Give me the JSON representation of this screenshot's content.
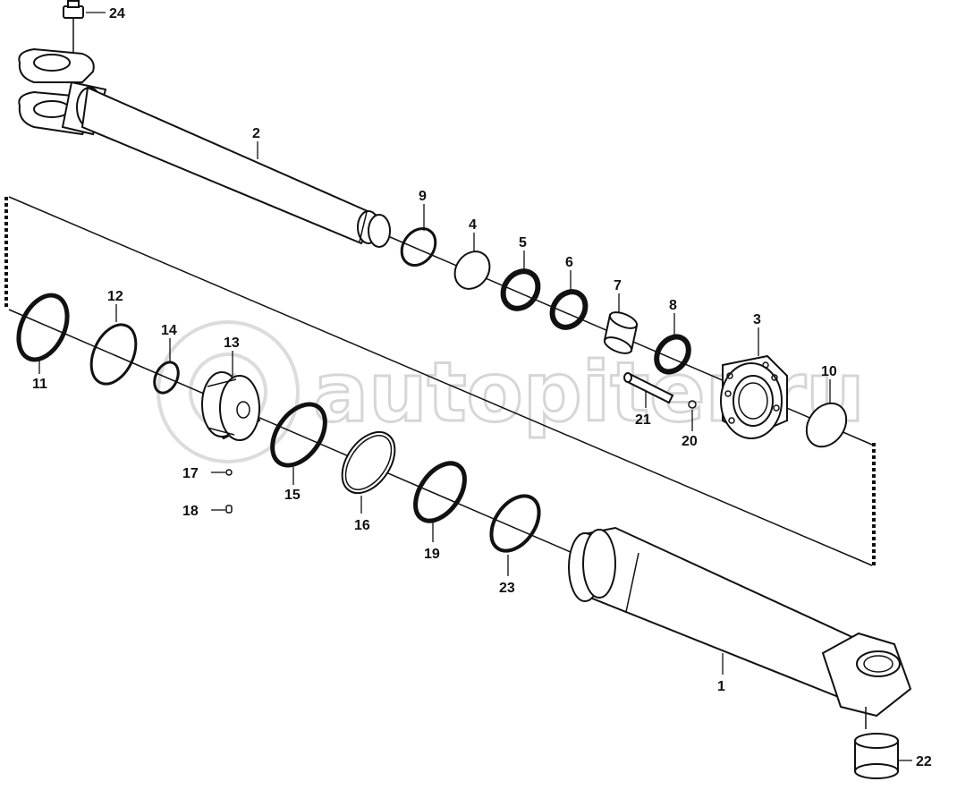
{
  "watermark": {
    "text": "autopiter.ru"
  },
  "callouts": [
    {
      "id": "c1",
      "label": "1"
    },
    {
      "id": "c2",
      "label": "2"
    },
    {
      "id": "c3",
      "label": "3"
    },
    {
      "id": "c4",
      "label": "4"
    },
    {
      "id": "c5",
      "label": "5"
    },
    {
      "id": "c6",
      "label": "6"
    },
    {
      "id": "c7",
      "label": "7"
    },
    {
      "id": "c8",
      "label": "8"
    },
    {
      "id": "c9",
      "label": "9"
    },
    {
      "id": "c10",
      "label": "10"
    },
    {
      "id": "c11",
      "label": "11"
    },
    {
      "id": "c12",
      "label": "12"
    },
    {
      "id": "c13",
      "label": "13"
    },
    {
      "id": "c14",
      "label": "14"
    },
    {
      "id": "c15",
      "label": "15"
    },
    {
      "id": "c16",
      "label": "16"
    },
    {
      "id": "c17",
      "label": "17"
    },
    {
      "id": "c18",
      "label": "18"
    },
    {
      "id": "c19",
      "label": "19"
    },
    {
      "id": "c20",
      "label": "20"
    },
    {
      "id": "c21",
      "label": "21"
    },
    {
      "id": "c22",
      "label": "22"
    },
    {
      "id": "c23",
      "label": "23"
    },
    {
      "id": "c24",
      "label": "24"
    }
  ]
}
